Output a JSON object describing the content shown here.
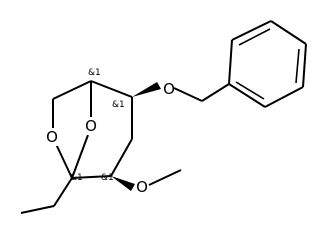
{
  "atoms": {
    "o_bridge": "O",
    "o_ring": "O",
    "o_benzyl": "O",
    "o_methoxy": "O"
  },
  "stereo": {
    "c1": "&1",
    "c4": "&1",
    "c5": "&1",
    "c2": "&1"
  },
  "colors": {
    "ink": "#000000",
    "background": "#ffffff"
  }
}
